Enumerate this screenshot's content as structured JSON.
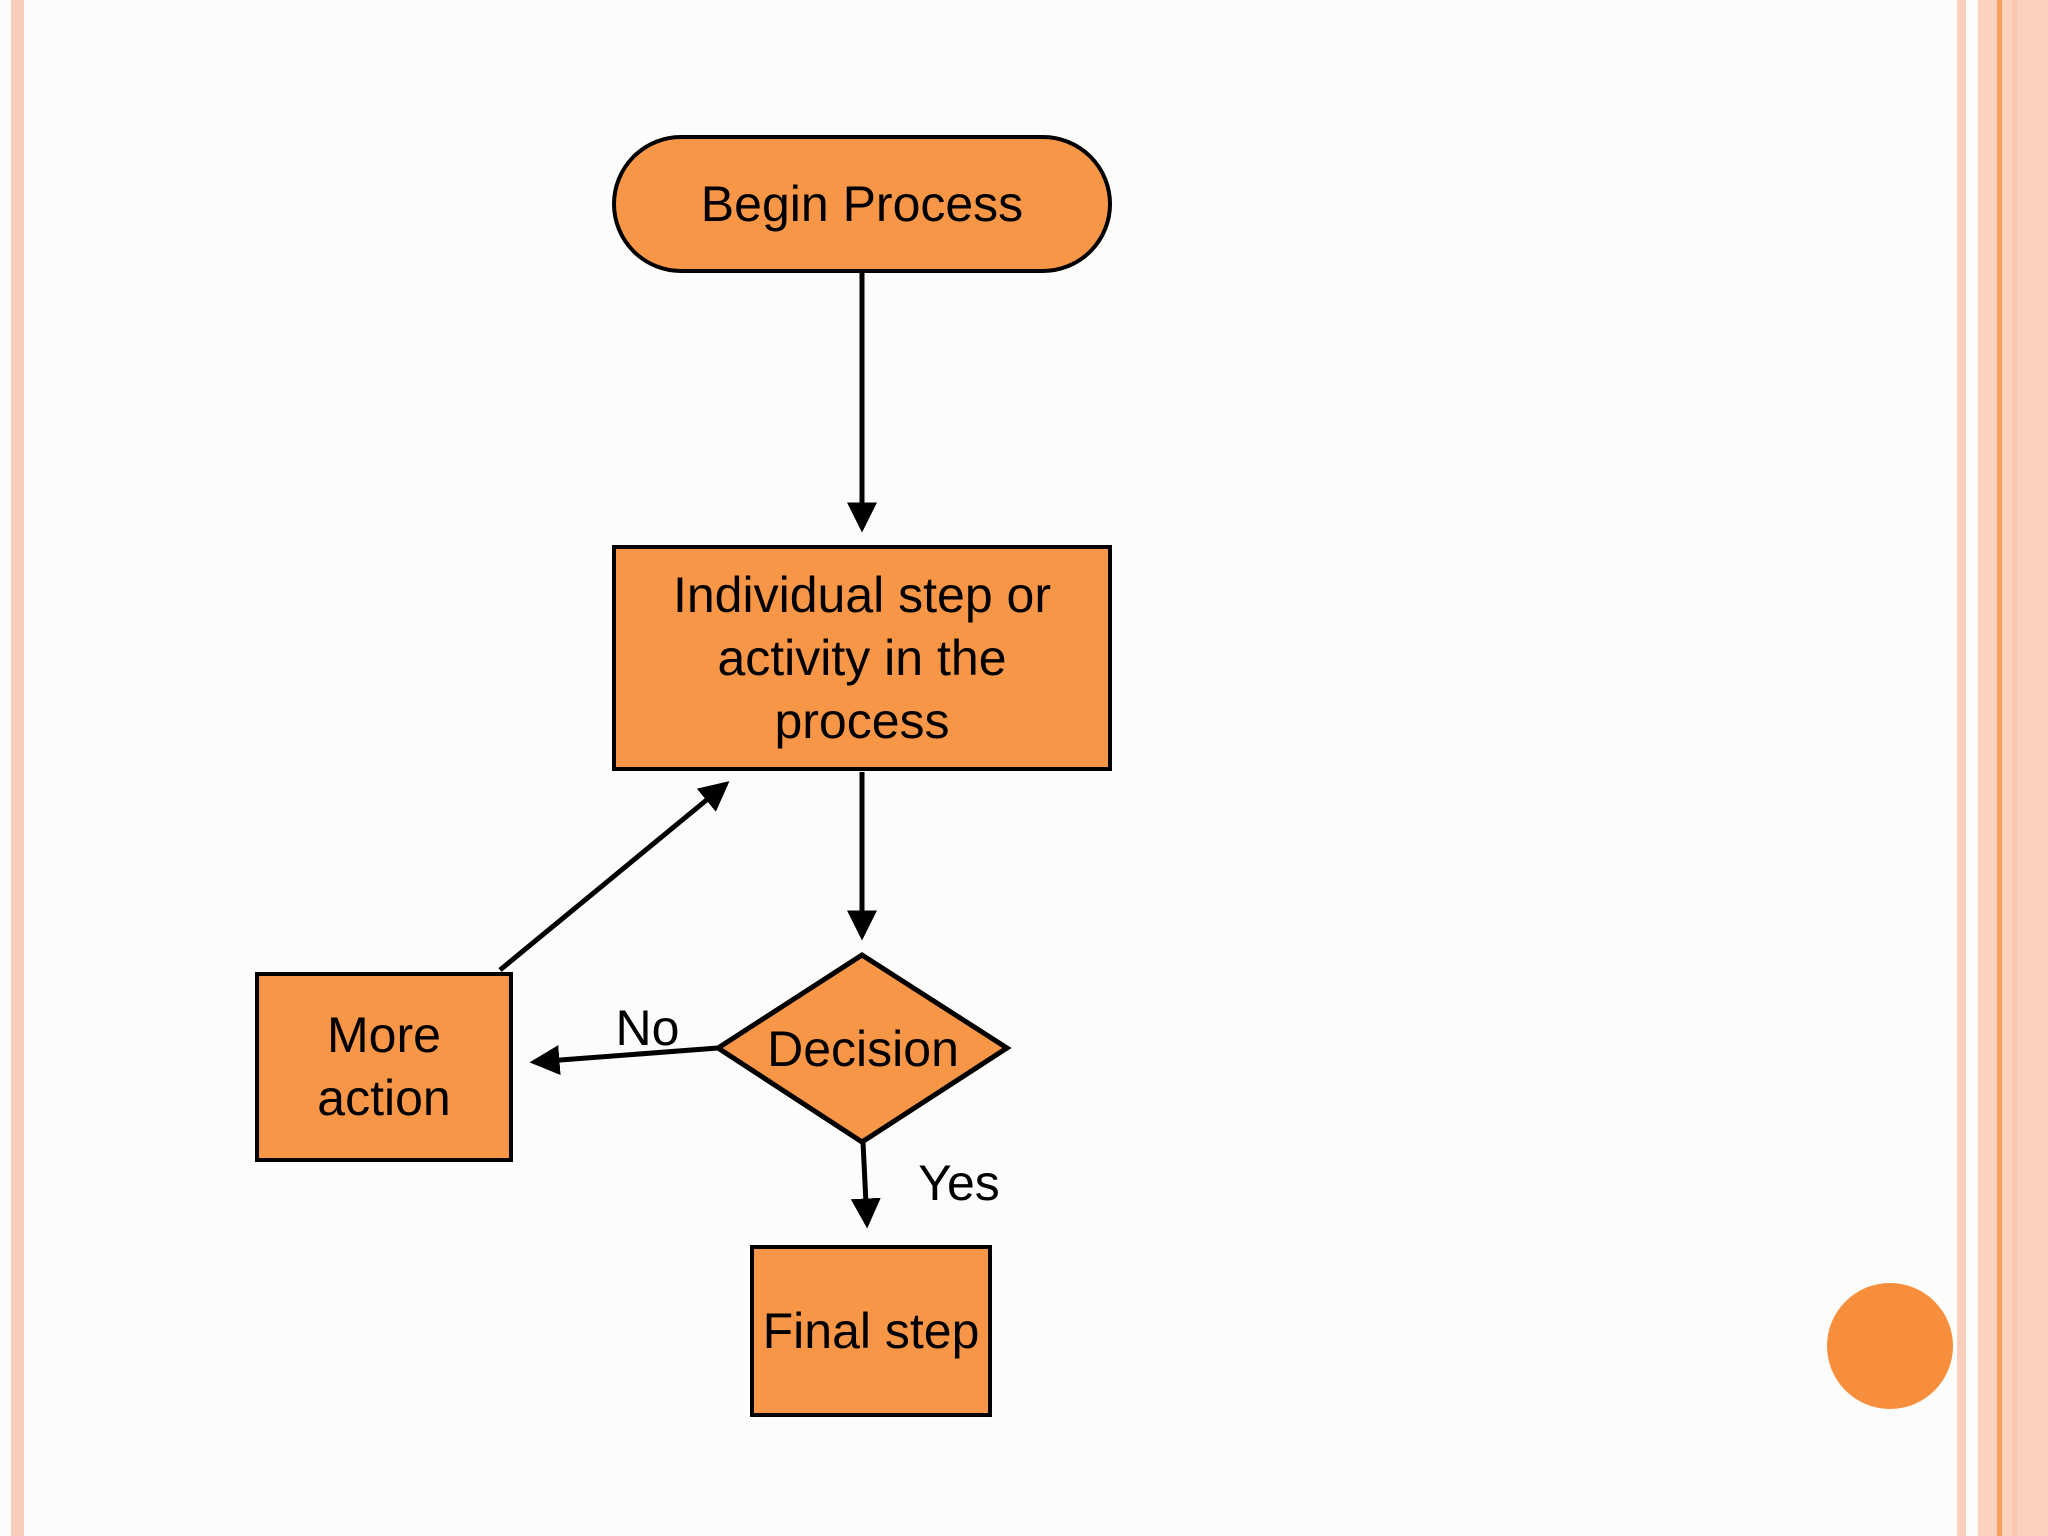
{
  "slide": {
    "background_color": "#fcfdfa",
    "decor": {
      "left_stripe_color": "#facdba",
      "right_thin_stripe_color": "#fbcfba",
      "right_band_color": "#fcd2be",
      "right_accent_line_color": "#f5a05c",
      "right_soft_line_color": "#fac5a8",
      "corner_circle_color": "#f78e3c"
    }
  },
  "flowchart": {
    "style": {
      "shape_fill": "#f79646",
      "shape_border_color": "#000000",
      "connector_color": "#000000",
      "text_color": "#000000"
    },
    "nodes": {
      "start": {
        "type": "terminator",
        "label": "Begin Process"
      },
      "step": {
        "type": "process",
        "label": "Individual step or activity in the process"
      },
      "decision": {
        "type": "decision",
        "label": "Decision"
      },
      "more_action": {
        "type": "process",
        "label": "More action"
      },
      "final": {
        "type": "process",
        "label": "Final step"
      }
    },
    "edge_labels": {
      "no": "No",
      "yes": "Yes"
    }
  }
}
